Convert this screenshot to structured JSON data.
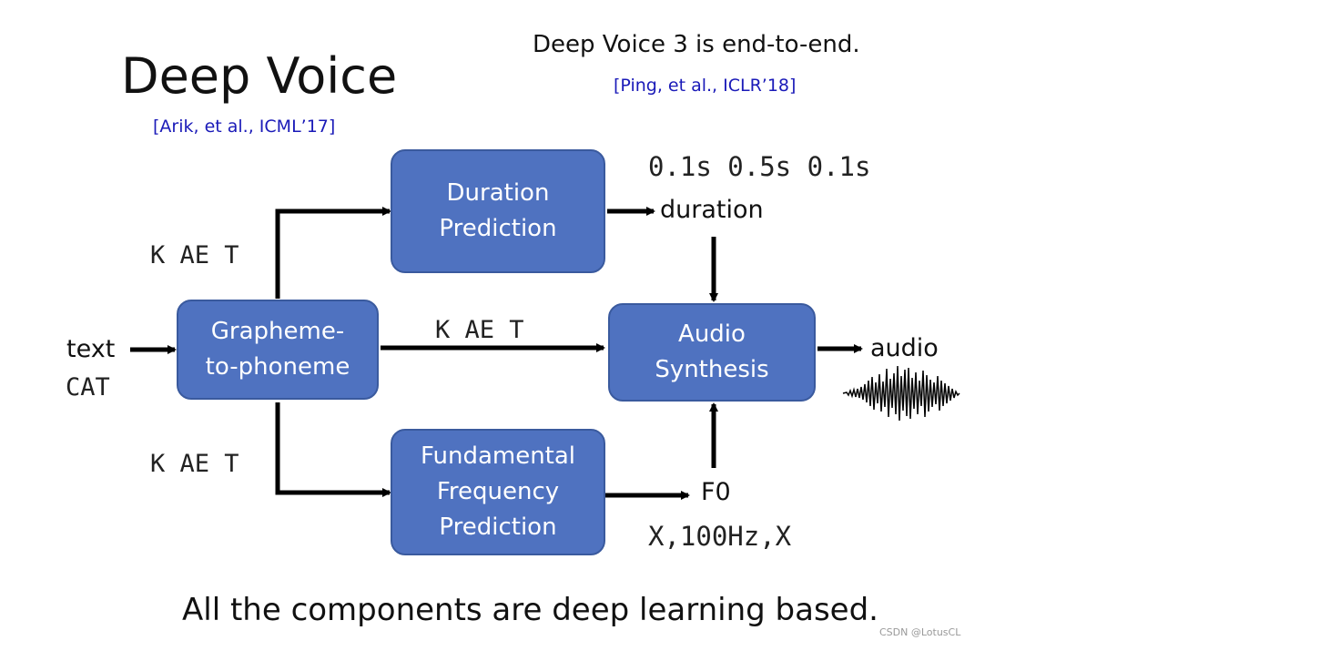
{
  "title": "Deep Voice",
  "title_citation": "[Arik, et al., ICML’17]",
  "subtitle": "Deep Voice 3 is end-to-end.",
  "subtitle_citation": "[Ping, et al., ICLR’18]",
  "input": {
    "label": "text",
    "example": "CAT"
  },
  "nodes": {
    "g2p": "Grapheme-\nto-phoneme",
    "duration": "Duration\nPrediction",
    "f0": "Fundamental\nFrequency\nPrediction",
    "synthesis": "Audio\nSynthesis"
  },
  "phoneme_labels": {
    "upper": "K AE T",
    "middle": "K AE T",
    "lower": "K AE T"
  },
  "duration_output": {
    "label": "duration",
    "values": "0.1s 0.5s 0.1s"
  },
  "f0_output": {
    "label": "F0",
    "values": "X,100Hz,X"
  },
  "output": {
    "label": "audio",
    "icon": "waveform-icon"
  },
  "footer": "All the components are deep learning based.",
  "watermark": "CSDN @LotusCL",
  "colors": {
    "box_fill": "#4f72c0",
    "box_border": "#3a5a9e",
    "citation": "#1a1ab8"
  }
}
